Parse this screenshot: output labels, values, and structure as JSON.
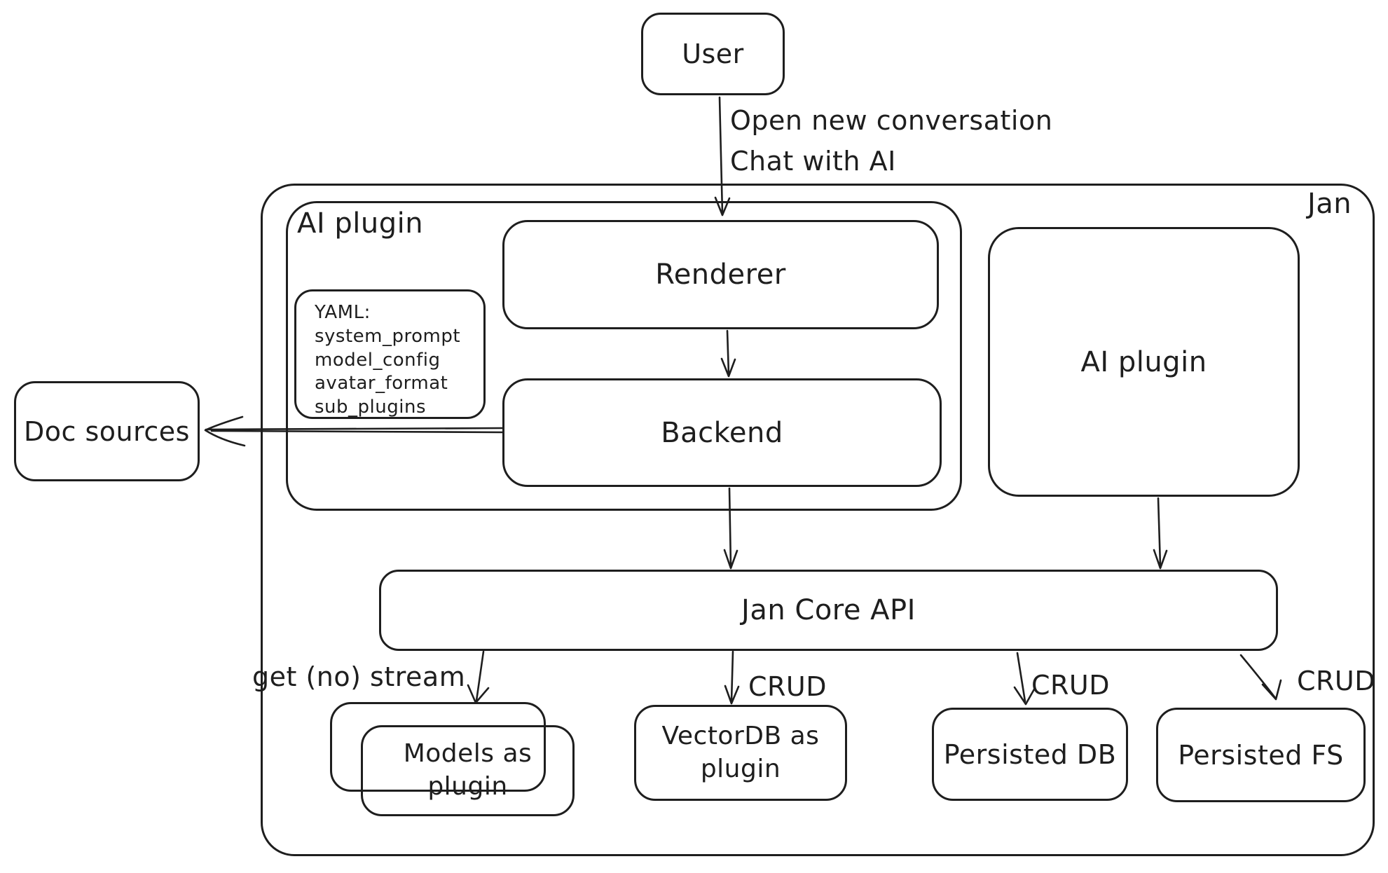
{
  "colors": {
    "stroke": "#1e1e1e",
    "background": "#ffffff"
  },
  "nodes": {
    "user": {
      "label": "User"
    },
    "jan": {
      "label": "Jan"
    },
    "ai_plugin_container": {
      "label": "AI plugin"
    },
    "yaml_note": {
      "lines": [
        "YAML:",
        "system_prompt",
        "model_config",
        "avatar_format",
        "sub_plugins"
      ]
    },
    "renderer": {
      "label": "Renderer"
    },
    "backend": {
      "label": "Backend"
    },
    "ai_plugin_right": {
      "label": "AI plugin"
    },
    "jan_core_api": {
      "label": "Jan Core API"
    },
    "doc_sources": {
      "label": "Doc sources"
    },
    "models_plugin": {
      "lines": [
        "Models as",
        "plugin"
      ]
    },
    "vectordb_plugin": {
      "lines": [
        "VectorDB as",
        "plugin"
      ]
    },
    "persisted_db": {
      "label": "Persisted DB"
    },
    "persisted_fs": {
      "label": "Persisted FS"
    }
  },
  "edge_labels": {
    "user_to_renderer": [
      "Open new conversation",
      "Chat with AI"
    ],
    "core_to_models": "get (no) stream",
    "core_to_vectordb": "CRUD",
    "core_to_persisted_db": "CRUD",
    "core_to_persisted_fs": "CRUD"
  }
}
